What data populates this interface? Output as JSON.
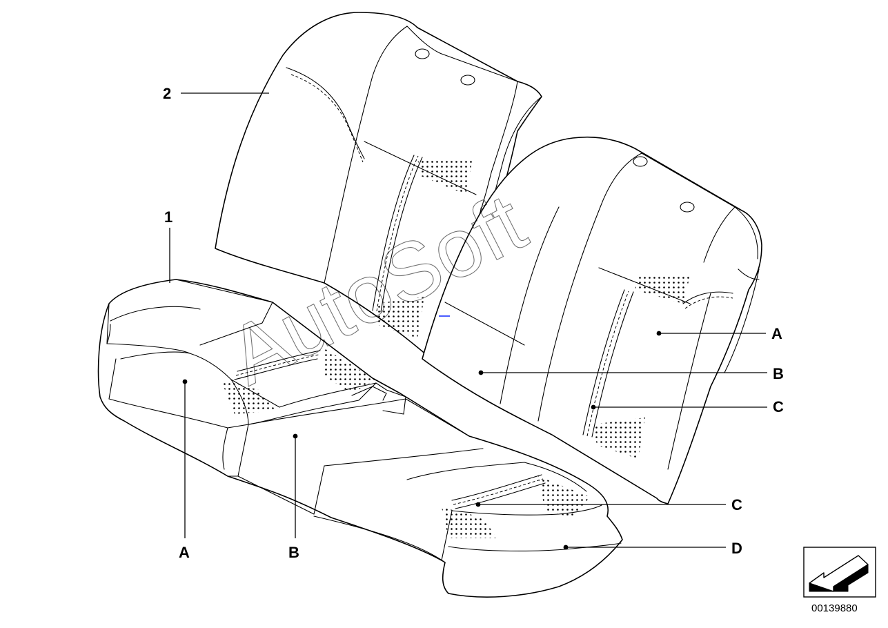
{
  "callouts": {
    "n1": "1",
    "n2": "2",
    "a_back": "A",
    "b_back": "B",
    "c_back": "C",
    "c_seat": "C",
    "d_seat": "D",
    "a_seat": "A",
    "b_seat": "B"
  },
  "watermark": "AutoSoft",
  "diagram_code": "00139880",
  "icons": {
    "direction": "view-direction-arrow-icon"
  }
}
